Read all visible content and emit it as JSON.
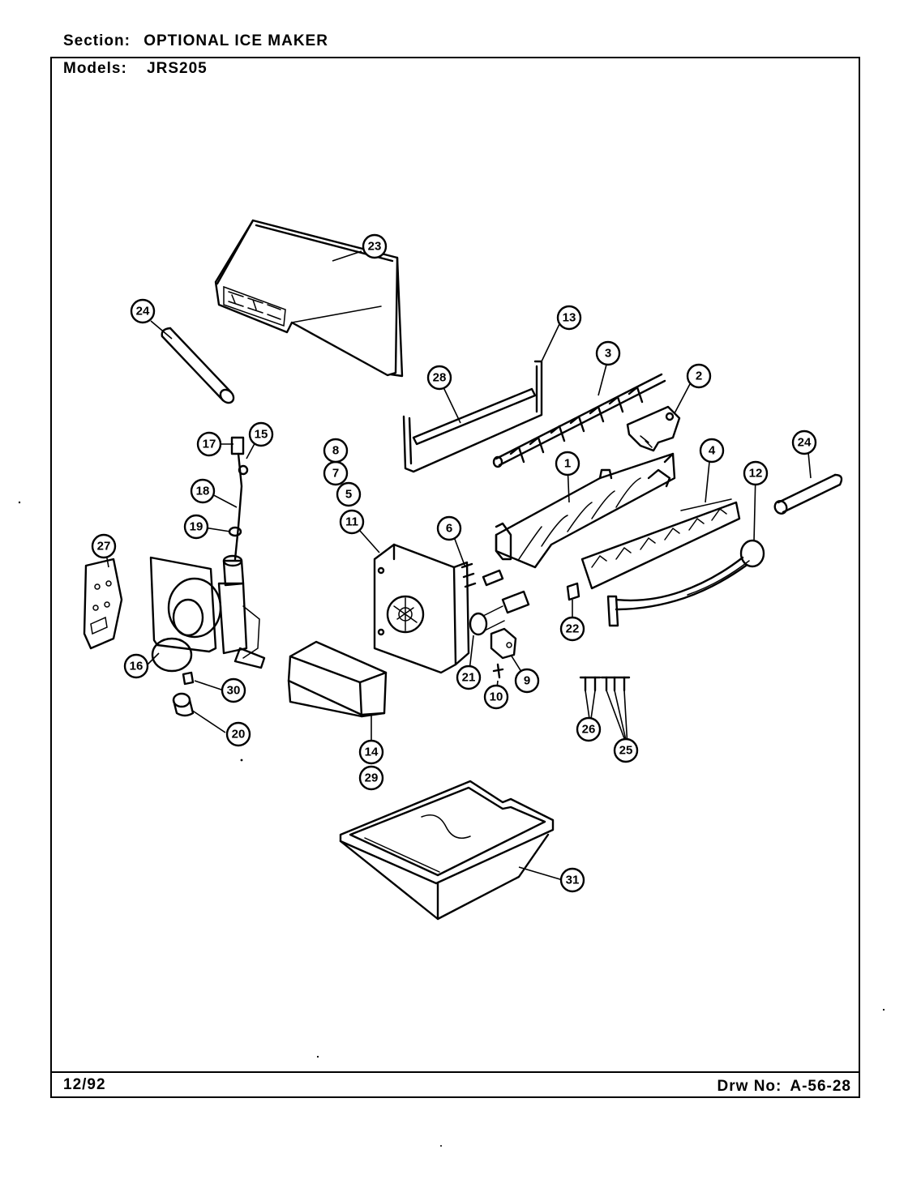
{
  "header": {
    "section_label": "Section:",
    "section_value": "OPTIONAL ICE MAKER",
    "models_label": "Models:",
    "models_value": "JRS205"
  },
  "footer": {
    "date": "12/92",
    "drawing_label": "Drw No:",
    "drawing_value": "A-56-28"
  },
  "callouts": [
    {
      "id": "callout-1",
      "label": "1"
    },
    {
      "id": "callout-2",
      "label": "2"
    },
    {
      "id": "callout-3",
      "label": "3"
    },
    {
      "id": "callout-4",
      "label": "4"
    },
    {
      "id": "callout-5",
      "label": "5"
    },
    {
      "id": "callout-6",
      "label": "6"
    },
    {
      "id": "callout-7",
      "label": "7"
    },
    {
      "id": "callout-8",
      "label": "8"
    },
    {
      "id": "callout-9",
      "label": "9"
    },
    {
      "id": "callout-10",
      "label": "10"
    },
    {
      "id": "callout-11",
      "label": "11"
    },
    {
      "id": "callout-12",
      "label": "12"
    },
    {
      "id": "callout-13",
      "label": "13"
    },
    {
      "id": "callout-14",
      "label": "14"
    },
    {
      "id": "callout-15",
      "label": "15"
    },
    {
      "id": "callout-16",
      "label": "16"
    },
    {
      "id": "callout-17",
      "label": "17"
    },
    {
      "id": "callout-18",
      "label": "18"
    },
    {
      "id": "callout-19",
      "label": "19"
    },
    {
      "id": "callout-20",
      "label": "20"
    },
    {
      "id": "callout-21",
      "label": "21"
    },
    {
      "id": "callout-22",
      "label": "22"
    },
    {
      "id": "callout-23",
      "label": "23"
    },
    {
      "id": "callout-24a",
      "label": "24"
    },
    {
      "id": "callout-24b",
      "label": "24"
    },
    {
      "id": "callout-25",
      "label": "25"
    },
    {
      "id": "callout-26",
      "label": "26"
    },
    {
      "id": "callout-27",
      "label": "27"
    },
    {
      "id": "callout-28",
      "label": "28"
    },
    {
      "id": "callout-29",
      "label": "29"
    },
    {
      "id": "callout-30",
      "label": "30"
    },
    {
      "id": "callout-31",
      "label": "31"
    }
  ]
}
